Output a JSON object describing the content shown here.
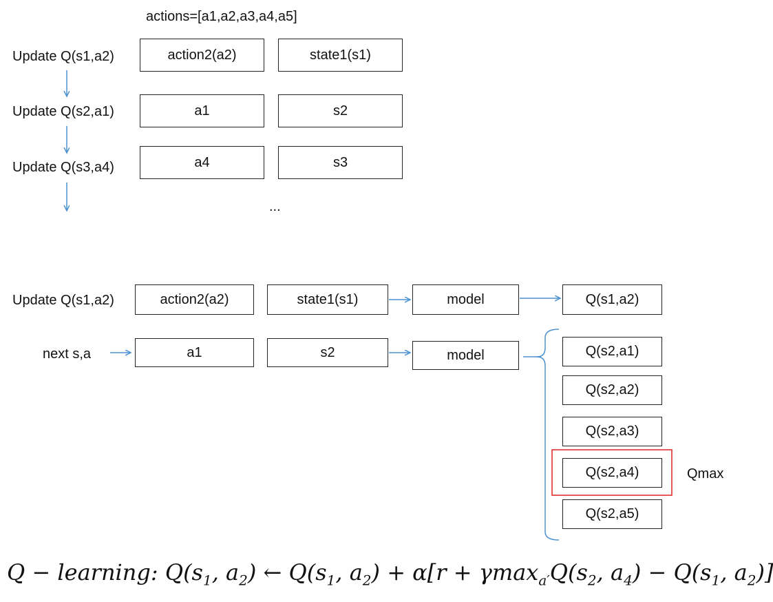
{
  "top": {
    "actions_label": "actions=[a1,a2,a3,a4,a5]",
    "rows": [
      {
        "label": "Update Q(s1,a2)",
        "action": "action2(a2)",
        "state": "state1(s1)"
      },
      {
        "label": "Update Q(s2,a1)",
        "action": "a1",
        "state": "s2"
      },
      {
        "label": "Update Q(s3,a4)",
        "action": "a4",
        "state": "s3"
      }
    ],
    "ellipsis": "..."
  },
  "bottom": {
    "row1": {
      "label": "Update Q(s1,a2)",
      "action": "action2(a2)",
      "state": "state1(s1)",
      "model": "model",
      "output": "Q(s1,a2)"
    },
    "row2": {
      "label": "next s,a",
      "action": "a1",
      "state": "s2",
      "model": "model"
    },
    "q_values": [
      "Q(s2,a1)",
      "Q(s2,a2)",
      "Q(s2,a3)",
      "Q(s2,a4)",
      "Q(s2,a5)"
    ],
    "qmax_label": "Qmax"
  },
  "formula": {
    "prefix": "Q − learning",
    "text": "Q − learning: Q(s1, a2) ← Q(s1, a2) + α[r + γmaxa′Q(s2, a4) − Q(s1, a2)]"
  },
  "colors": {
    "arrow": "#4a90d0",
    "highlight": "#e02020",
    "box_border": "#222222"
  }
}
